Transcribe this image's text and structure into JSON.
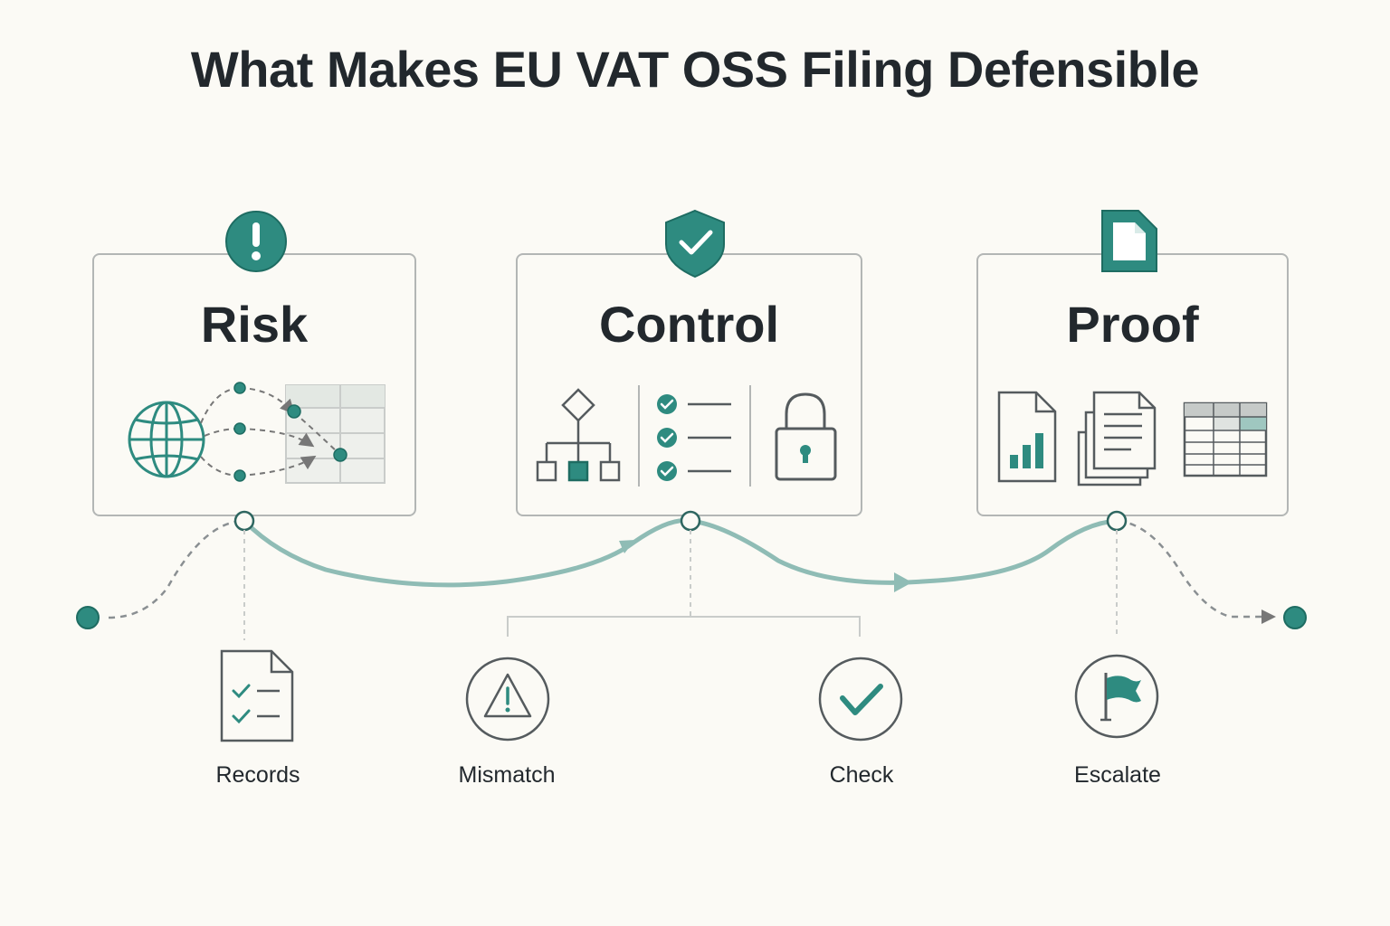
{
  "title": "What Makes EU VAT OSS Filing Defensible",
  "cards": [
    {
      "label": "Risk",
      "badge_icon": "exclamation-icon"
    },
    {
      "label": "Control",
      "badge_icon": "shield-check-icon"
    },
    {
      "label": "Proof",
      "badge_icon": "document-icon"
    }
  ],
  "steps": [
    {
      "label": "Records",
      "icon": "checklist-document-icon"
    },
    {
      "label": "Mismatch",
      "icon": "warning-icon"
    },
    {
      "label": "Check",
      "icon": "checkmark-icon"
    },
    {
      "label": "Escalate",
      "icon": "flag-icon"
    }
  ],
  "colors": {
    "accent": "#2e8b80",
    "line": "#8fbcb5",
    "stroke": "#555b5e",
    "border": "#b3b6b5",
    "background": "#fbfaf5"
  }
}
